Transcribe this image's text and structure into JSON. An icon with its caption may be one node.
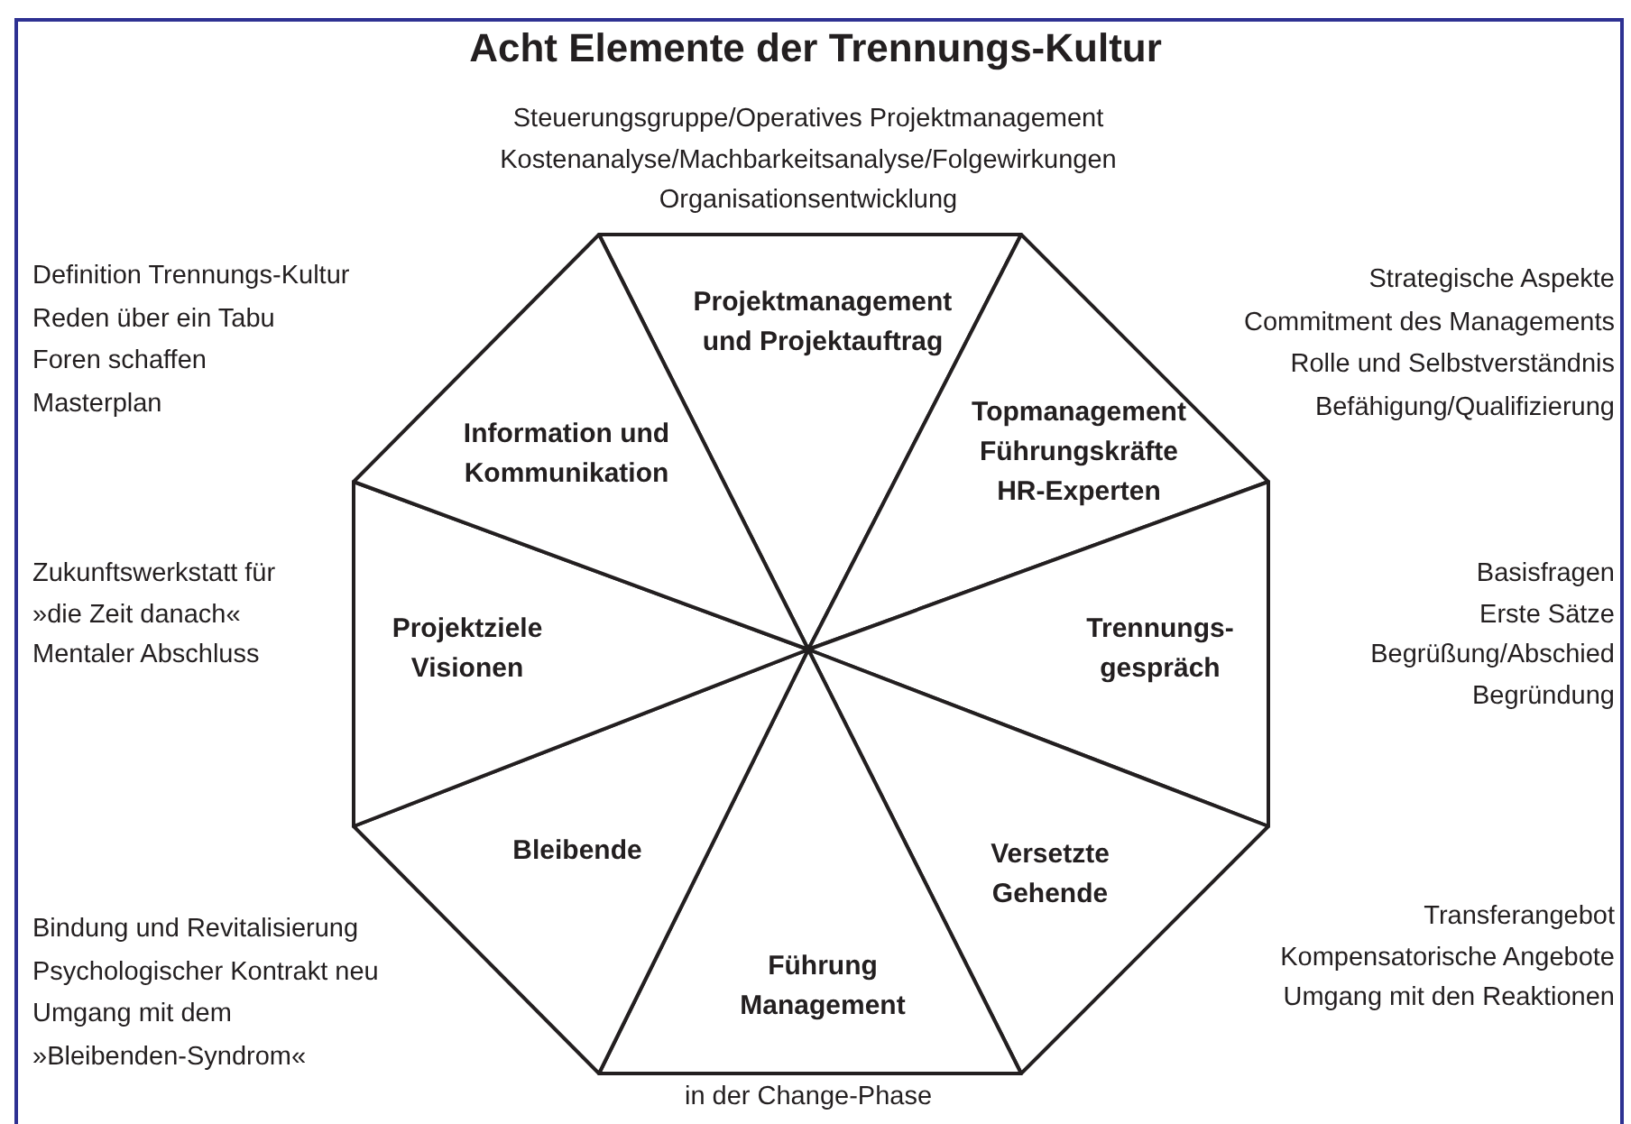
{
  "diagram": {
    "title": "Acht Elemente der Trennungs-Kultur",
    "nodes": [
      {
        "text": [
          "Projektmanagement und Projektauftrag"
        ],
        "beside": [
          "Steuerungsgruppe/Operatives Projektmanagement",
          "Kostenanalyse/Machbarkeitsanalyse/Folgewirkungen",
          "Organisationsentwicklung"
        ]
      },
      {
        "text": [
          "Topmanagement Führungskräfte HR-Experten"
        ],
        "beside": [
          "Strategische Aspekte",
          "Commitment des Managements",
          "Rolle und Selbstverständnis",
          "Befähigung/Qualifizierung"
        ]
      },
      {
        "text": [
          "Trennungs- gespräch"
        ],
        "beside": [
          "Basisfragen",
          "Erste Sätze",
          "Begrüßung/Abschied",
          "Begründung"
        ]
      },
      {
        "text": [
          "Versetzte Gehende"
        ],
        "beside": [
          "Transferangebot",
          "Kompensatorische Angebote",
          "Umgang mit den Reaktionen"
        ]
      },
      {
        "text": [
          "Führung Management"
        ],
        "beside": [
          "in der Change-Phase"
        ]
      },
      {
        "text": [
          "Bleibende"
        ],
        "beside": [
          "Bindung und Revitalisierung",
          "Psychologischer Kontrakt neu",
          "Umgang mit dem",
          "»Bleibenden-Syndrom«"
        ]
      },
      {
        "text": [
          "Projektziele Visionen"
        ],
        "beside": [
          "Zukunftswerkstatt für",
          "»die Zeit danach«",
          "Mentaler Abschluss"
        ]
      },
      {
        "text": [
          "Information und Kommunikation"
        ],
        "beside": [
          "Definition Trennungs-Kultur",
          "Reden über ein Tabu",
          "Foren schaffen",
          "Masterplan"
        ]
      }
    ]
  }
}
